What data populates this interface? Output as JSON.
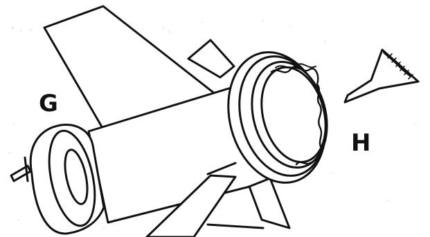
{
  "diagram": {
    "callouts": {
      "g": "G",
      "h": "H"
    },
    "colors": {
      "ink": "#111111",
      "paper": "#ffffff",
      "speckle": "#bdbdbd"
    },
    "parts": [
      "rocket-body",
      "fin",
      "nose-cap",
      "motor-mount-ring",
      "glue-spreader"
    ]
  }
}
